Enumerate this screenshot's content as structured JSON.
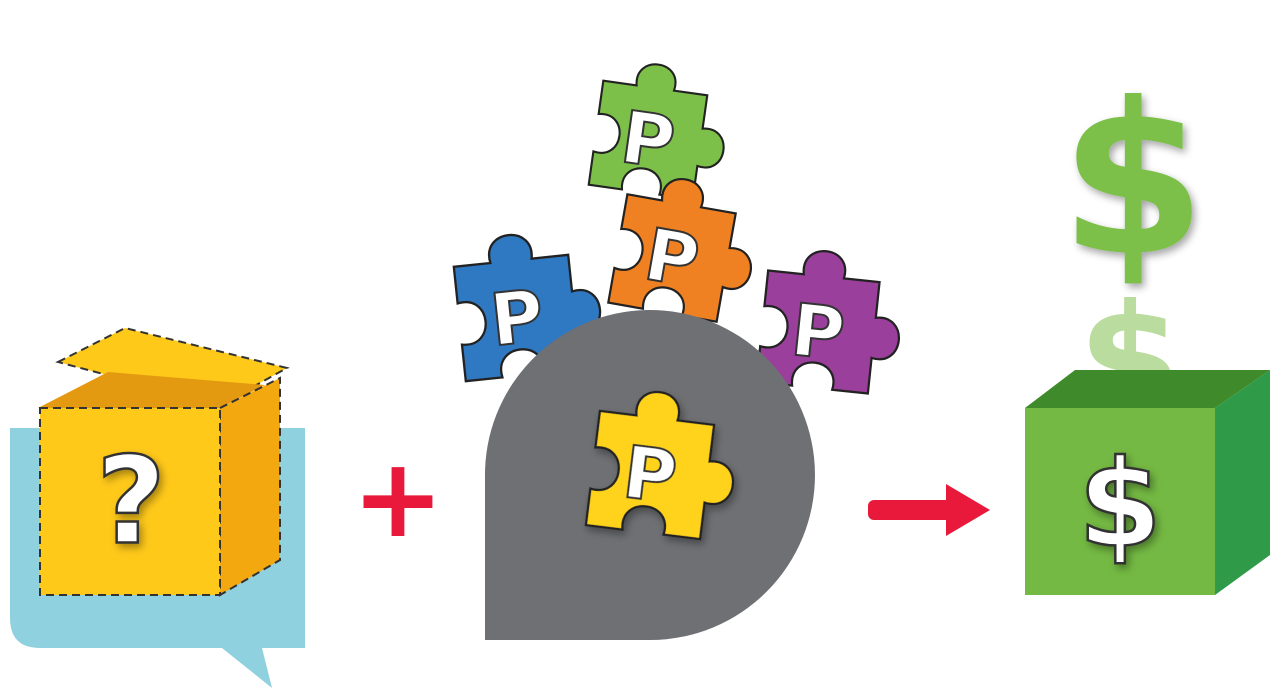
{
  "question_box": {
    "symbol": "?",
    "box_color": "#ffc91a",
    "bubble_color": "#8fd1de"
  },
  "operators": {
    "plus": "+",
    "color": "#e8193a"
  },
  "puzzle_pieces": [
    {
      "letter": "P",
      "color": "#7cbf49"
    },
    {
      "letter": "P",
      "color": "#2f78c2"
    },
    {
      "letter": "P",
      "color": "#f08122"
    },
    {
      "letter": "P",
      "color": "#9a3f9b"
    },
    {
      "letter": "P",
      "color": "#ffd21a"
    }
  ],
  "gray_bubble_color": "#6e7073",
  "money_box": {
    "dollar_symbol": "$",
    "box_color": "#74b943"
  }
}
